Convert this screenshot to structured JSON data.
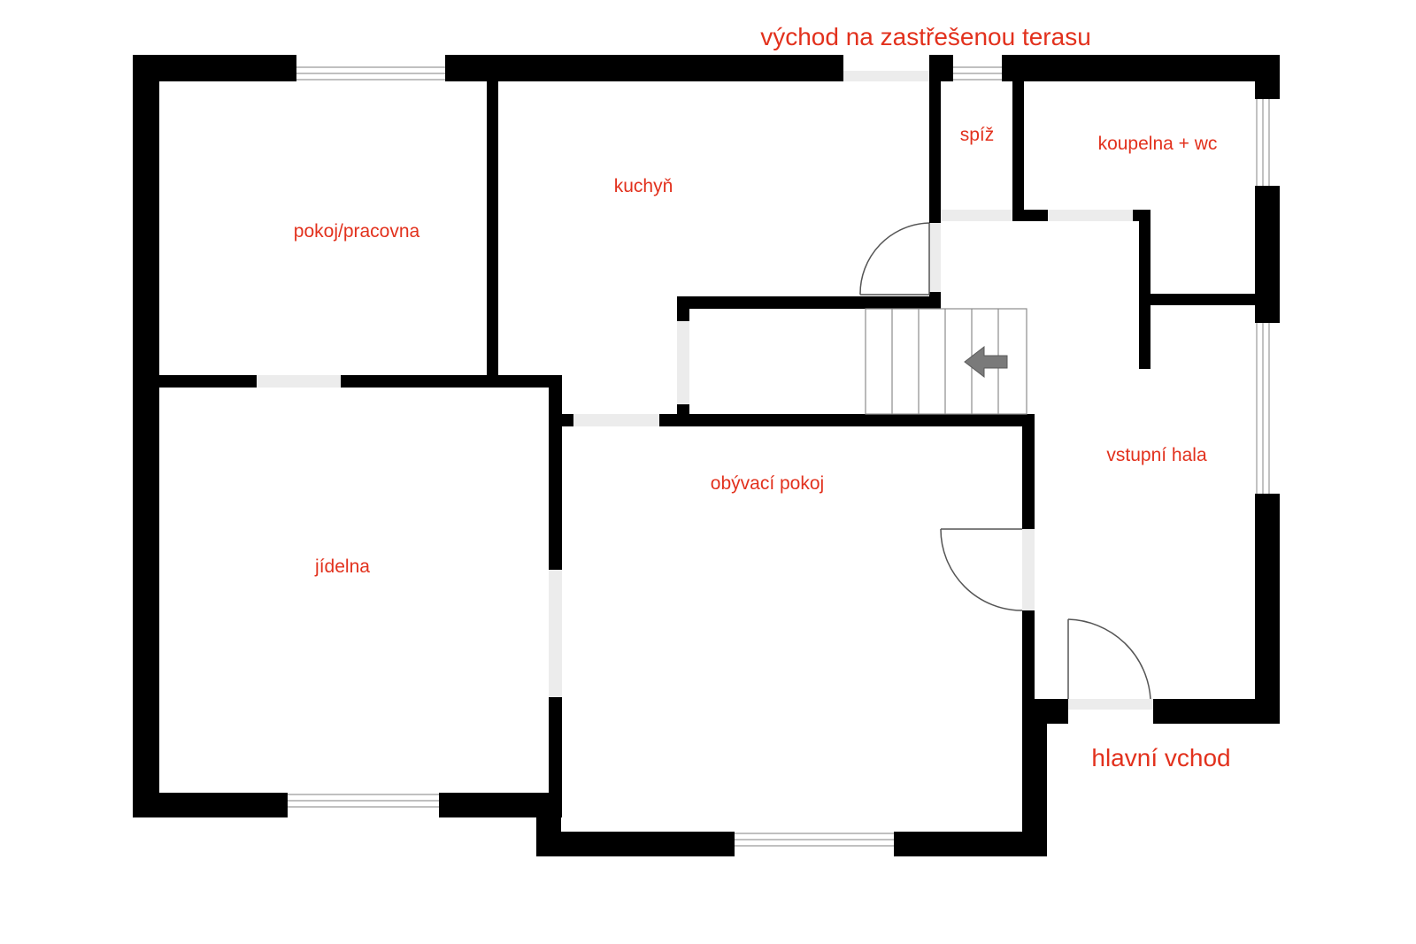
{
  "labels": {
    "terrace_exit": "východ na zastřešenou terasu",
    "main_entrance": "hlavní vchod"
  },
  "rooms": {
    "study": "pokoj/pracovna",
    "kitchen": "kuchyň",
    "pantry": "spíž",
    "bathroom": "koupelna + wc",
    "dining": "jídelna",
    "living": "obývací pokoj",
    "hall": "vstupní hala"
  },
  "colors": {
    "label_red": "#e2311d",
    "wall": "#000000",
    "opening": "#ececec",
    "arrow": "#7a7a7a"
  },
  "icons": {
    "stair_direction": "arrow-left-icon"
  }
}
